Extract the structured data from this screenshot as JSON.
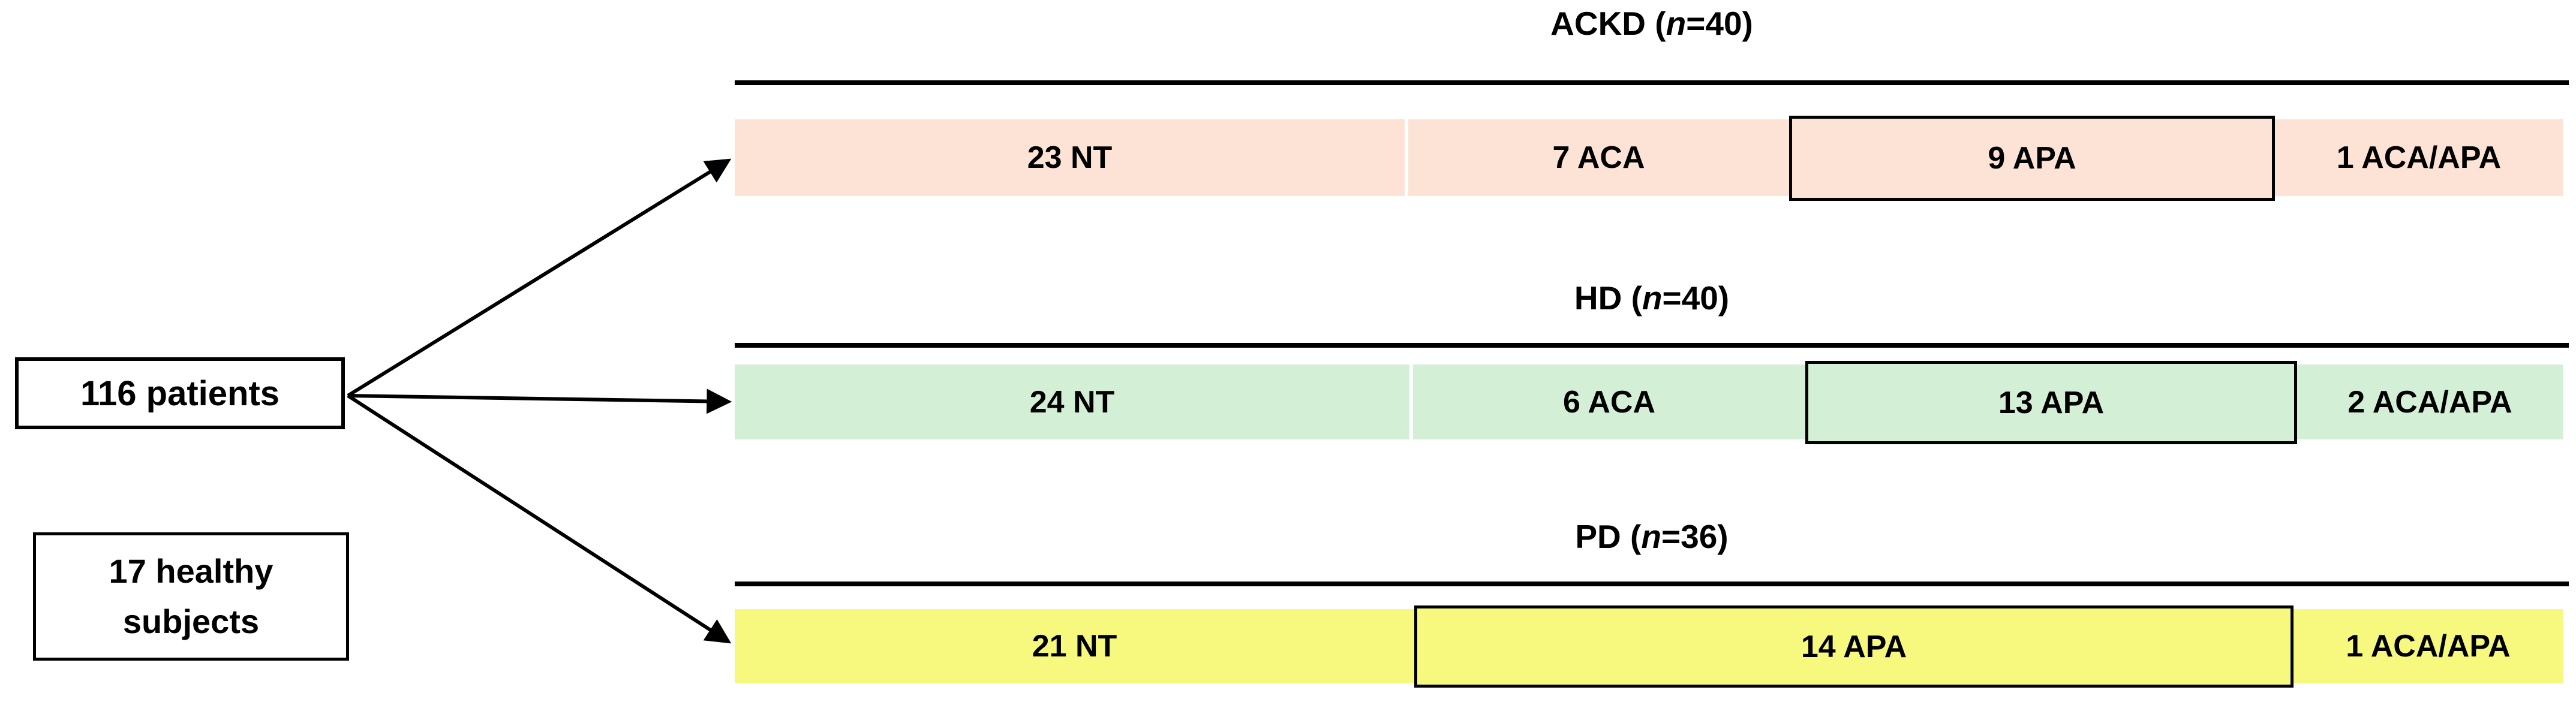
{
  "palette": {
    "ackd_fill": "#fce3d6",
    "hd_fill": "#d3f0d6",
    "pd_fill": "#f6f97e",
    "ink": "#000000",
    "background": "#ffffff"
  },
  "left_column": {
    "patients_box": {
      "label": "116 patients"
    },
    "healthy_box": {
      "line1": "17 healthy",
      "line2": "subjects"
    }
  },
  "groups": [
    {
      "name": "ACKD",
      "n": 40,
      "title": {
        "pre": "ACKD (",
        "n_italic": "n",
        "post": "=40)"
      },
      "segments": [
        {
          "label": "23 NT",
          "count": 23,
          "category": "NT",
          "boxed": false
        },
        {
          "label": "7 ACA",
          "count": 7,
          "category": "ACA",
          "boxed": false
        },
        {
          "label": "9 APA",
          "count": 9,
          "category": "APA",
          "boxed": true
        },
        {
          "label": "1 ACA/APA",
          "count": 1,
          "category": "ACA/APA",
          "boxed": false
        }
      ]
    },
    {
      "name": "HD",
      "n": 40,
      "title": {
        "pre": "HD (",
        "n_italic": "n",
        "post": "=40)"
      },
      "segments": [
        {
          "label": "24 NT",
          "count": 24,
          "category": "NT",
          "boxed": false
        },
        {
          "label": "6 ACA",
          "count": 6,
          "category": "ACA",
          "boxed": false
        },
        {
          "label": "13 APA",
          "count": 13,
          "category": "APA",
          "boxed": true
        },
        {
          "label": "2 ACA/APA",
          "count": 2,
          "category": "ACA/APA",
          "boxed": false
        }
      ]
    },
    {
      "name": "PD",
      "n": 36,
      "title": {
        "pre": "PD (",
        "n_italic": "n",
        "post": "=36)"
      },
      "segments": [
        {
          "label": "21 NT",
          "count": 21,
          "category": "NT",
          "boxed": false
        },
        {
          "label": "14 APA",
          "count": 14,
          "category": "APA",
          "boxed": true
        },
        {
          "label": "1 ACA/APA",
          "count": 1,
          "category": "ACA/APA",
          "boxed": false
        }
      ]
    }
  ]
}
